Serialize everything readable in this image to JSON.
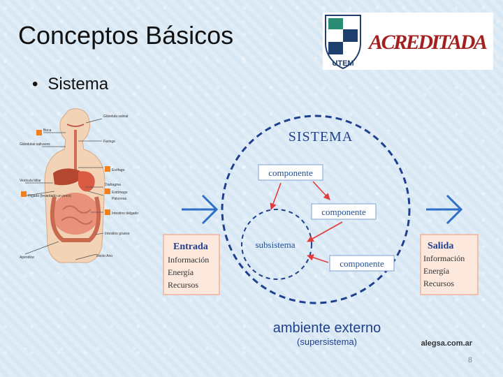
{
  "slide": {
    "title": "Conceptos Básicos",
    "bullet": "Sistema",
    "page_number": "8"
  },
  "logo": {
    "left_text": "UTEM",
    "right_text": "ACREDITADA"
  },
  "illustration": {
    "labels": {
      "glandula": "Glándula salival",
      "boca": "Boca",
      "glandulas": "Glándulas salivares",
      "faringe": "Faringe",
      "esofago": "Esófago",
      "vesicula": "Vesícula biliar",
      "higado": "Hígado (levantado un poco)",
      "diafragma": "Diafragma",
      "estomago": "Estómago",
      "pancreas": "Páncreas",
      "intestino_delgado": "Intestino delgado",
      "intestino_grueso": "Intestino grueso",
      "apendice": "Apéndice",
      "recto": "Recto Ano"
    }
  },
  "diagram": {
    "title": "SISTEMA",
    "component_1": "componente",
    "component_2": "componente",
    "component_3": "componente",
    "subsystem": "subsistema",
    "input_box": {
      "title": "Entrada",
      "items": [
        "Información",
        "Energía",
        "Recursos"
      ]
    },
    "output_box": {
      "title": "Salida",
      "items": [
        "Información",
        "Energía",
        "Recursos"
      ]
    },
    "environment": "ambiente externo",
    "suprasystem": "(supersistema)",
    "source": "alegsa.com.ar",
    "colors": {
      "accent": "#1f5fa8",
      "box_fill": "#ffffff",
      "io_box_fill": "#fde8dd",
      "io_border": "#f2b29a",
      "arrow_red": "#e23b3b"
    }
  }
}
